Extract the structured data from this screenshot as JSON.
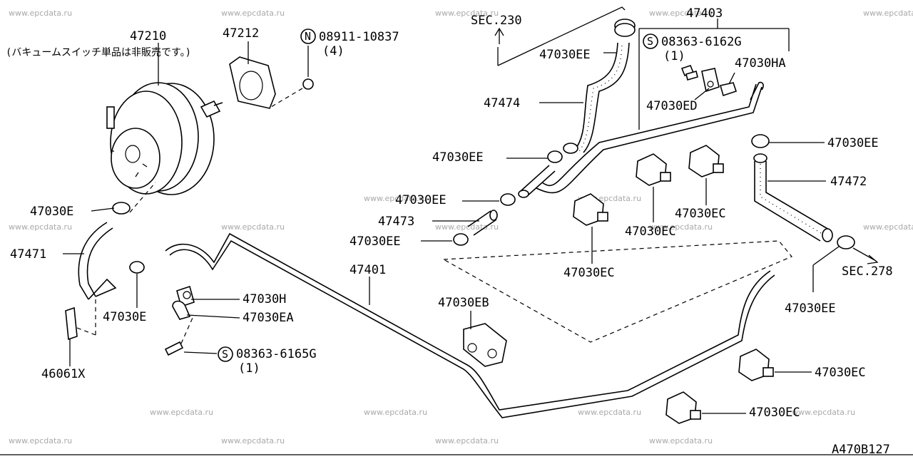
{
  "watermark": "www.epcdata.ru",
  "diagram_code": "A470B127",
  "labels": {
    "l_47210": "47210",
    "l_47210_note": "(バキュームスイッチ単品は非販売です。)",
    "l_47212": "47212",
    "l_08911": "08911-10837",
    "l_08911_qty": "(4)",
    "l_sec230": "SEC.230",
    "l_47403": "47403",
    "l_08363a": "08363-6162G",
    "l_08363a_qty": "(1)",
    "l_47030ha": "47030HA",
    "l_47030ed": "47030ED",
    "l_47030ee_top": "47030EE",
    "l_47474": "47474",
    "l_47030ee_r1": "47030EE",
    "l_47472": "47472",
    "l_47030ee_m1": "47030EE",
    "l_47030ee_m2": "47030EE",
    "l_47473": "47473",
    "l_47030ee_m3": "47030EE",
    "l_47030ec_1": "47030EC",
    "l_47030ec_2": "47030EC",
    "l_47030ec_3": "47030EC",
    "l_sec278": "SEC.278",
    "l_47030ee_r2": "47030EE",
    "l_47030e_1": "47030E",
    "l_47471": "47471",
    "l_47030e_2": "47030E",
    "l_46061x": "46061X",
    "l_47401": "47401",
    "l_47030h": "47030H",
    "l_47030ea": "47030EA",
    "l_08363b": "08363-6165G",
    "l_08363b_qty": "(1)",
    "l_47030eb": "47030EB",
    "l_47030ec_4": "47030EC",
    "l_47030ec_5": "47030EC"
  },
  "symbols": {
    "n_mark": "N",
    "s_mark_a": "S",
    "s_mark_b": "S"
  }
}
